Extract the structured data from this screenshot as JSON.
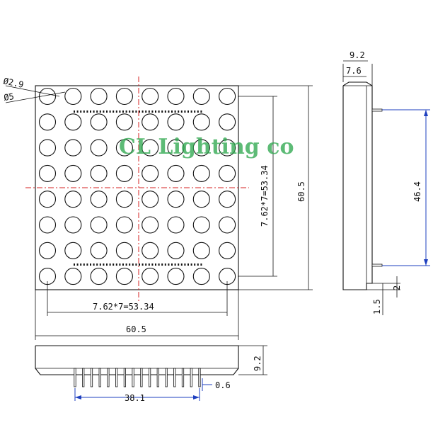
{
  "watermark": "CL Lighting co",
  "front_view": {
    "rows": 8,
    "cols": 8,
    "dot_small_label": "Ø2.9",
    "dot_large_label": "Ø5",
    "pitch_horizontal_label": "7.62*7=53.34",
    "pitch_vertical_label": "7.62*7=53.34",
    "width_label": "60.5",
    "height_label": "60.5"
  },
  "side_view": {
    "depth_label": "9.2",
    "inner_depth_label": "7.6",
    "pin_span_label": "46.4",
    "pin_offset_label": "2",
    "pin_standoff_label": "1.5"
  },
  "bottom_view": {
    "pin_count": 16,
    "depth_label": "9.2",
    "pin_width_label": "0.6",
    "pin_row_label": "38.1"
  },
  "colors": {
    "outline": "#111111",
    "centerline": "#d42020",
    "dimension_highlight": "#1e3fbf",
    "watermark": "#2fa84f"
  }
}
